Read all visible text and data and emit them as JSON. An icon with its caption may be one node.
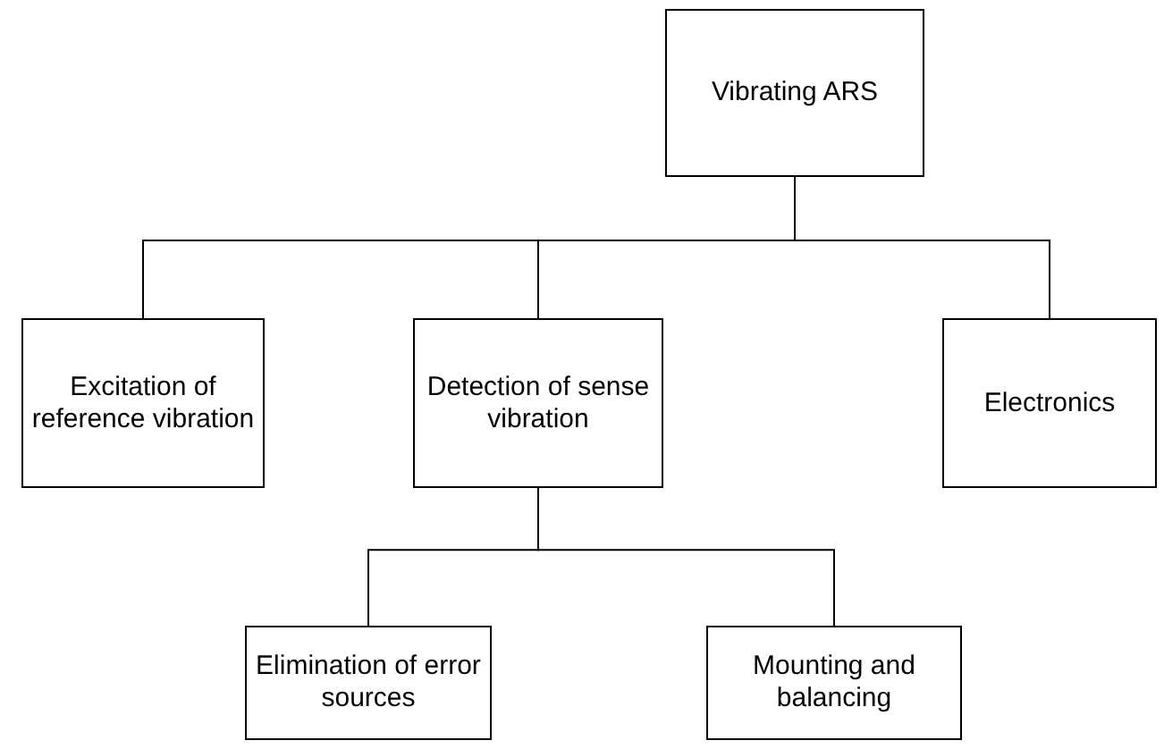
{
  "diagram": {
    "nodes": [
      {
        "text": [
          "Vibrating ARS"
        ]
      },
      {
        "text": [
          "Excitation of reference vibration"
        ]
      },
      {
        "text": [
          "Detection of sense vibration"
        ]
      },
      {
        "text": [
          "Electronics"
        ]
      },
      {
        "text": [
          "Elimination of error sources"
        ]
      },
      {
        "text": [
          "Mounting and balancing"
        ]
      }
    ],
    "edges": [
      {
        "from": 0,
        "to": 1,
        "arrow": "none"
      },
      {
        "from": 0,
        "to": 2,
        "arrow": "none"
      },
      {
        "from": 0,
        "to": 3,
        "arrow": "none"
      },
      {
        "from": 2,
        "to": 4,
        "arrow": "none"
      },
      {
        "from": 2,
        "to": 5,
        "arrow": "none"
      }
    ]
  }
}
